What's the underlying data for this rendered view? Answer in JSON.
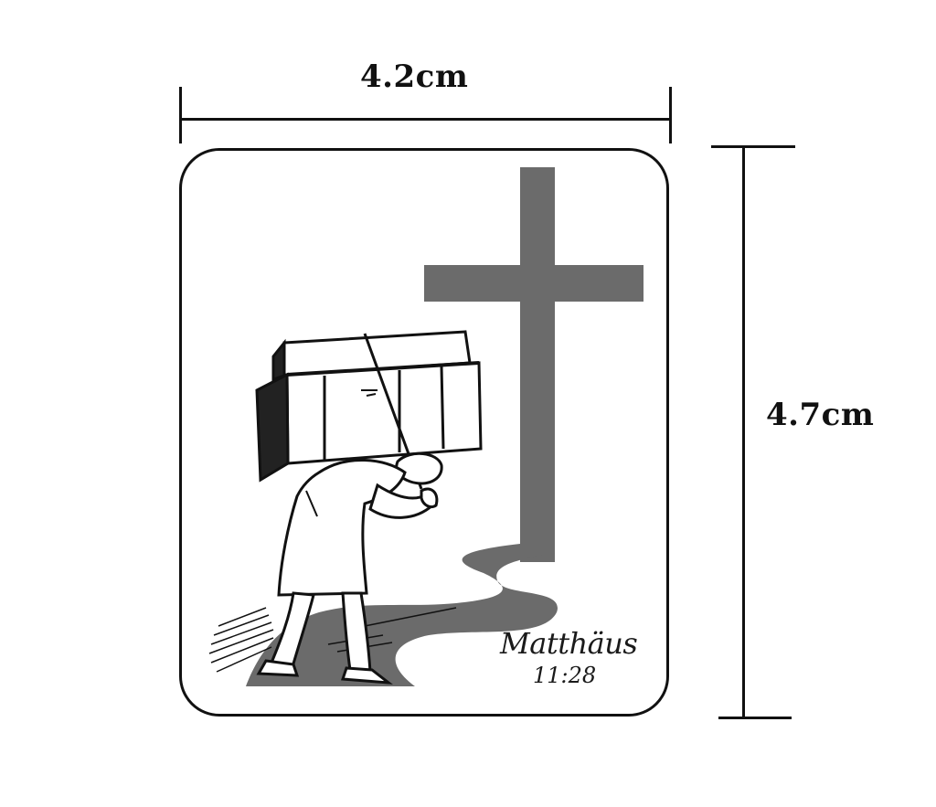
{
  "dimensions": {
    "width_label": "4.2cm",
    "height_label": "4.7cm"
  },
  "sticker": {
    "verse_book": "Matthäus",
    "verse_ref": "11:28",
    "colors": {
      "cross": "#6b6b6b",
      "path": "#6b6b6b",
      "outline": "#111111"
    }
  }
}
